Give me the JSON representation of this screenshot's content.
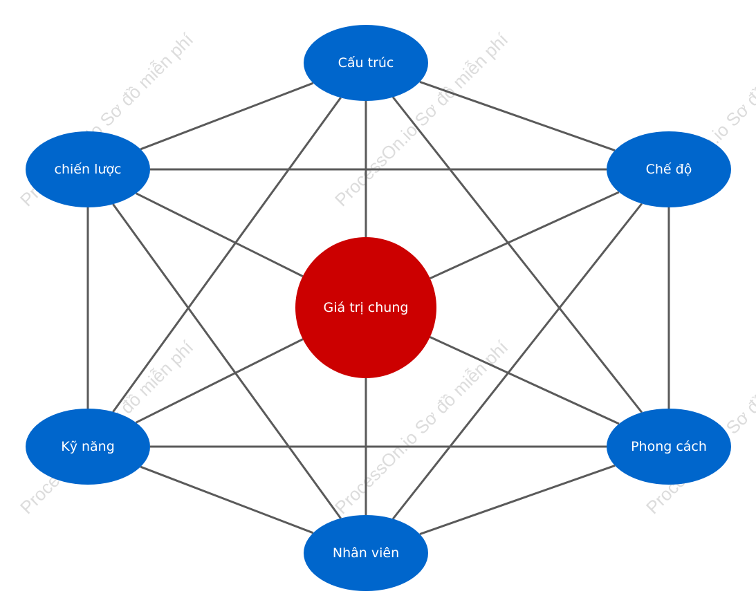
{
  "diagram": {
    "watermark_text": "ProcessOn.io Sơ đồ miễn phí",
    "colors": {
      "node_fill": "#0066cc",
      "center_fill": "#cc0000",
      "edge": "#5a5a5a",
      "label": "#ffffff",
      "watermark": "#dcdcdc"
    },
    "nodes": [
      {
        "id": "cau-truc",
        "label": "Cấu trúc",
        "shape": "ellipse"
      },
      {
        "id": "che-do",
        "label": "Chế độ",
        "shape": "ellipse"
      },
      {
        "id": "phong-cach",
        "label": "Phong cách",
        "shape": "ellipse"
      },
      {
        "id": "nhan-vien",
        "label": "Nhân viên",
        "shape": "ellipse"
      },
      {
        "id": "ky-nang",
        "label": "Kỹ năng",
        "shape": "ellipse"
      },
      {
        "id": "chien-luoc",
        "label": "chiến lược",
        "shape": "ellipse"
      },
      {
        "id": "gia-tri-chung",
        "label": "Giá trị chung",
        "shape": "circle"
      }
    ],
    "edges": [
      [
        "cau-truc",
        "che-do"
      ],
      [
        "cau-truc",
        "chien-luoc"
      ],
      [
        "cau-truc",
        "gia-tri-chung"
      ],
      [
        "cau-truc",
        "phong-cach"
      ],
      [
        "cau-truc",
        "ky-nang"
      ],
      [
        "che-do",
        "chien-luoc"
      ],
      [
        "che-do",
        "gia-tri-chung"
      ],
      [
        "che-do",
        "phong-cach"
      ],
      [
        "che-do",
        "nhan-vien"
      ],
      [
        "phong-cach",
        "gia-tri-chung"
      ],
      [
        "phong-cach",
        "ky-nang"
      ],
      [
        "phong-cach",
        "nhan-vien"
      ],
      [
        "nhan-vien",
        "gia-tri-chung"
      ],
      [
        "nhan-vien",
        "ky-nang"
      ],
      [
        "nhan-vien",
        "chien-luoc"
      ],
      [
        "ky-nang",
        "gia-tri-chung"
      ],
      [
        "ky-nang",
        "chien-luoc"
      ],
      [
        "chien-luoc",
        "gia-tri-chung"
      ]
    ]
  }
}
